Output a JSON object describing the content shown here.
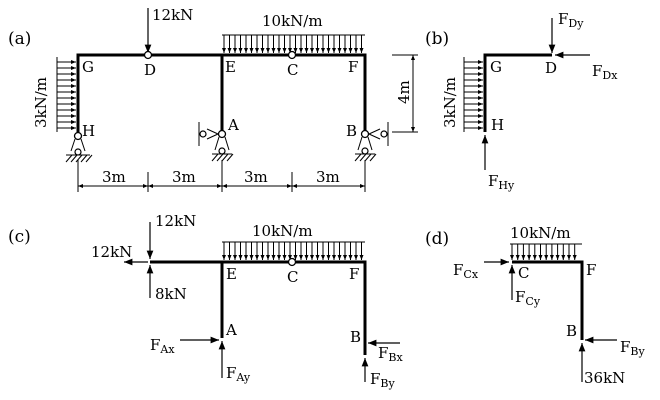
{
  "panels": {
    "a": "(a)",
    "b": "(b)",
    "c": "(c)",
    "d": "(d)"
  },
  "a": {
    "loads": {
      "point": "12kN",
      "udl": "10kN/m",
      "side": "3kN/m"
    },
    "nodes": {
      "G": "G",
      "D": "D",
      "E": "E",
      "C": "C",
      "F": "F",
      "H": "H",
      "A": "A",
      "B": "B"
    },
    "dims": {
      "d1": "3m",
      "d2": "3m",
      "d3": "3m",
      "d4": "3m",
      "h": "4m"
    }
  },
  "b": {
    "side": "3kN/m",
    "nodes": {
      "G": "G",
      "D": "D",
      "H": "H"
    },
    "forces": {
      "FDy": {
        "main": "F",
        "sub": "Dy"
      },
      "FDx": {
        "main": "F",
        "sub": "Dx"
      },
      "FHy": {
        "main": "F",
        "sub": "Hy"
      }
    }
  },
  "c": {
    "loads": {
      "down": "12kN",
      "left": "12kN",
      "up": "8kN",
      "udl": "10kN/m"
    },
    "nodes": {
      "E": "E",
      "C": "C",
      "F": "F",
      "A": "A",
      "B": "B"
    },
    "forces": {
      "FAx": {
        "main": "F",
        "sub": "Ax"
      },
      "FAy": {
        "main": "F",
        "sub": "Ay"
      },
      "FBx": {
        "main": "F",
        "sub": "Bx"
      },
      "FBy": {
        "main": "F",
        "sub": "By"
      }
    }
  },
  "d": {
    "loads": {
      "udl": "10kN/m",
      "reaction": "36kN"
    },
    "nodes": {
      "C": "C",
      "F": "F",
      "B": "B"
    },
    "forces": {
      "FCx": {
        "main": "F",
        "sub": "Cx"
      },
      "FCy": {
        "main": "F",
        "sub": "Cy"
      },
      "FBy": {
        "main": "F",
        "sub": "By"
      }
    }
  }
}
